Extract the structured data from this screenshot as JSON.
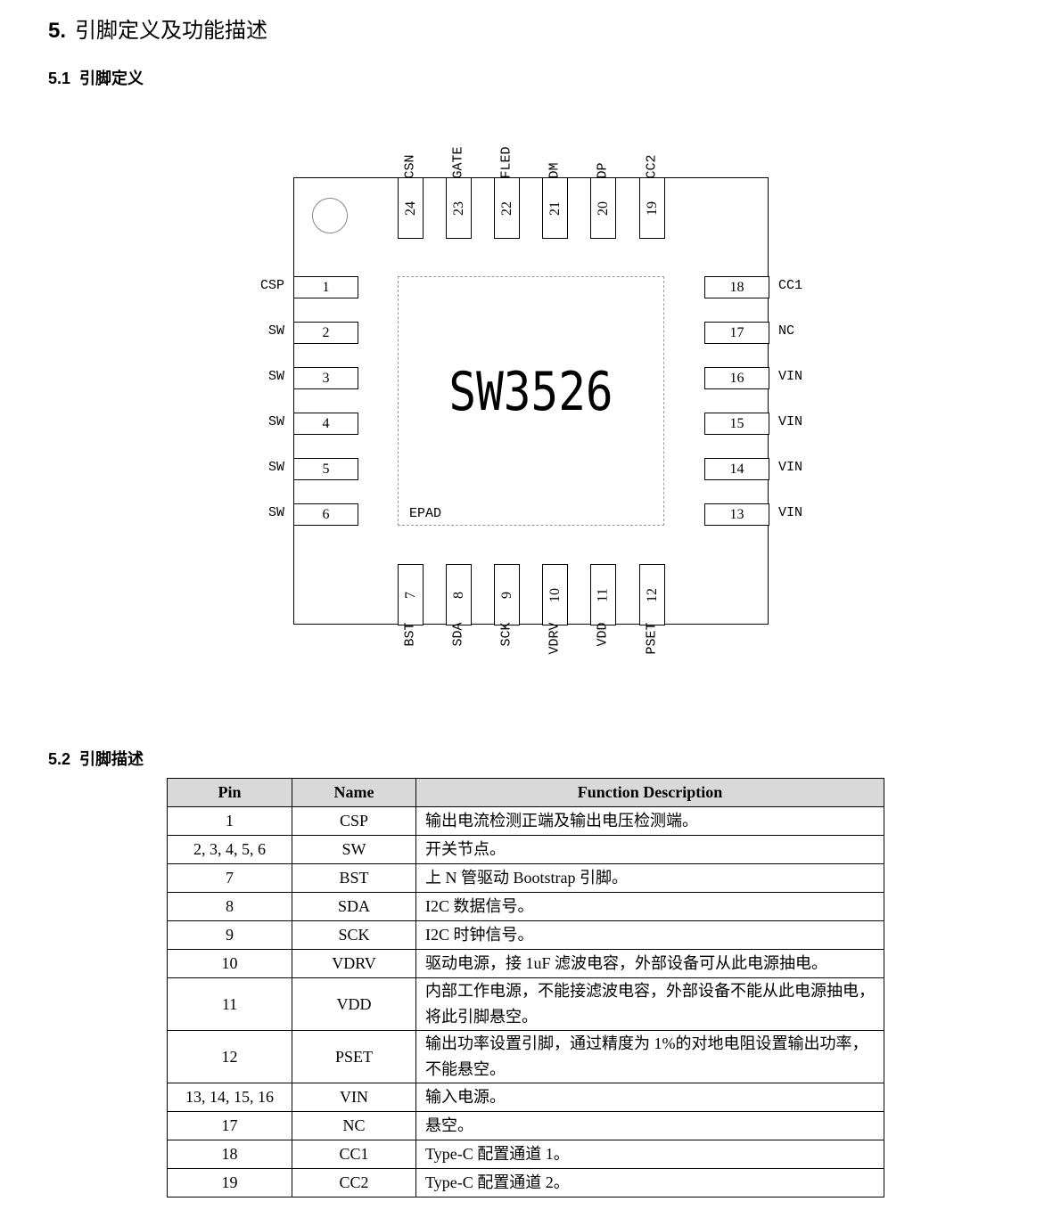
{
  "section": {
    "number": "5.",
    "title": "引脚定义及功能描述"
  },
  "sub1": {
    "number": "5.1",
    "title": "引脚定义"
  },
  "sub2": {
    "number": "5.2",
    "title": "引脚描述"
  },
  "diagram": {
    "chip_name": "SW3526",
    "epad_label": "EPAD",
    "left_pins": [
      {
        "num": "1",
        "name": "CSP"
      },
      {
        "num": "2",
        "name": "SW"
      },
      {
        "num": "3",
        "name": "SW"
      },
      {
        "num": "4",
        "name": "SW"
      },
      {
        "num": "5",
        "name": "SW"
      },
      {
        "num": "6",
        "name": "SW"
      }
    ],
    "right_pins": [
      {
        "num": "18",
        "name": "CC1"
      },
      {
        "num": "17",
        "name": "NC"
      },
      {
        "num": "16",
        "name": "VIN"
      },
      {
        "num": "15",
        "name": "VIN"
      },
      {
        "num": "14",
        "name": "VIN"
      },
      {
        "num": "13",
        "name": "VIN"
      }
    ],
    "top_pins": [
      {
        "num": "24",
        "name": "CSN"
      },
      {
        "num": "23",
        "name": "GATE"
      },
      {
        "num": "22",
        "name": "FLED"
      },
      {
        "num": "21",
        "name": "DM"
      },
      {
        "num": "20",
        "name": "DP"
      },
      {
        "num": "19",
        "name": "CC2"
      }
    ],
    "bottom_pins": [
      {
        "num": "7",
        "name": "BST"
      },
      {
        "num": "8",
        "name": "SDA"
      },
      {
        "num": "9",
        "name": "SCK"
      },
      {
        "num": "10",
        "name": "VDRV"
      },
      {
        "num": "11",
        "name": "VDD"
      },
      {
        "num": "12",
        "name": "PSET"
      }
    ]
  },
  "table": {
    "headers": [
      "Pin",
      "Name",
      "Function Description"
    ],
    "rows": [
      {
        "pin": "1",
        "name": "CSP",
        "desc": "输出电流检测正端及输出电压检测端。"
      },
      {
        "pin": "2, 3, 4, 5, 6",
        "name": "SW",
        "desc": "开关节点。"
      },
      {
        "pin": "7",
        "name": "BST",
        "desc": "上 N 管驱动 Bootstrap 引脚。"
      },
      {
        "pin": "8",
        "name": "SDA",
        "desc": "I2C 数据信号。"
      },
      {
        "pin": "9",
        "name": "SCK",
        "desc": "I2C 时钟信号。"
      },
      {
        "pin": "10",
        "name": "VDRV",
        "desc": "驱动电源，接 1uF 滤波电容，外部设备可从此电源抽电。"
      },
      {
        "pin": "11",
        "name": "VDD",
        "desc": "内部工作电源，不能接滤波电容，外部设备不能从此电源抽电，将此引脚悬空。"
      },
      {
        "pin": "12",
        "name": "PSET",
        "desc": "输出功率设置引脚，通过精度为 1%的对地电阻设置输出功率，不能悬空。"
      },
      {
        "pin": "13, 14, 15, 16",
        "name": "VIN",
        "desc": "输入电源。"
      },
      {
        "pin": "17",
        "name": "NC",
        "desc": "悬空。"
      },
      {
        "pin": "18",
        "name": "CC1",
        "desc": "Type-C  配置通道 1。"
      },
      {
        "pin": "19",
        "name": "CC2",
        "desc": "Type-C  配置通道 2。"
      }
    ]
  }
}
